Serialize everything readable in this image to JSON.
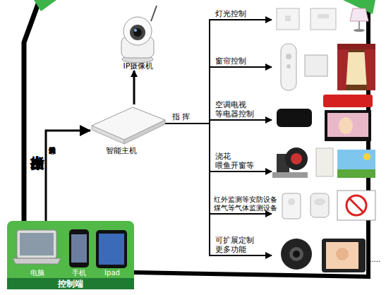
{
  "diagram": {
    "nodes": [
      {
        "text": [
          "IP摄像机"
        ]
      },
      {
        "text": [
          "智能主机"
        ]
      },
      {
        "text": [
          "灯光控制"
        ]
      },
      {
        "text": [
          "窗帘控制"
        ]
      },
      {
        "text": [
          "空调电视 等电器控制"
        ]
      },
      {
        "text": [
          "浇花 喂鱼开窗等"
        ]
      },
      {
        "text": [
          "红外监测等安防设备 煤气等气体监测设备"
        ]
      },
      {
        "text": [
          "可扩展定制 更多功能"
        ]
      },
      {
        "text": [
          "控制端"
        ]
      },
      {
        "text": [
          "电脑"
        ],
        "in": 8
      },
      {
        "text": [
          "手机"
        ],
        "in": 8
      },
      {
        "text": [
          "Ipad"
        ],
        "in": 8
      }
    ],
    "edges": [
      {
        "from": 1,
        "to": 0,
        "arrow": "to"
      },
      {
        "from": 1,
        "to": 2,
        "label": "指 挥",
        "arrow": "to"
      },
      {
        "from": 1,
        "to": 3,
        "arrow": "to"
      },
      {
        "from": 1,
        "to": 4,
        "arrow": "to"
      },
      {
        "from": 1,
        "to": 5,
        "arrow": "to"
      },
      {
        "from": 1,
        "to": 6,
        "arrow": "to"
      },
      {
        "from": 1,
        "to": 7,
        "arrow": "to"
      },
      {
        "from": 8,
        "to": 1,
        "label": "将意外的情况反馈",
        "arrow": "to"
      }
    ],
    "labels": [
      "发出指令",
      "......"
    ]
  }
}
